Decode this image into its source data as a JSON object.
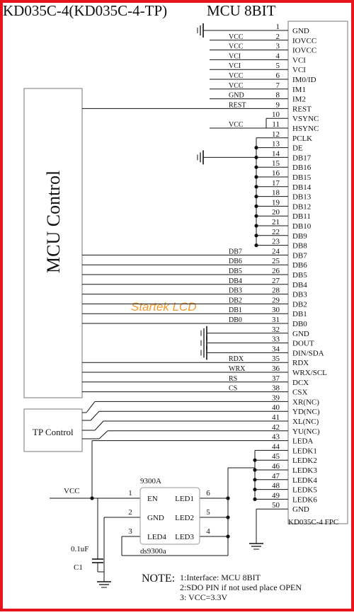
{
  "title": "KD035C-4(KD035C-4-TP)",
  "subtitle": "MCU 8BIT",
  "mcu_block_label": "MCU Control",
  "tp_block_label": "TP Control",
  "watermark": "Startek LCD",
  "fpc_label": "KD035C-4   FPC",
  "colors": {
    "frame": "#e8141c",
    "watermark": "#f39a2c",
    "wire": "#111111"
  },
  "pins": [
    {
      "num": "1",
      "name": "GND",
      "net": ""
    },
    {
      "num": "2",
      "name": "IOVCC",
      "net": "VCC"
    },
    {
      "num": "3",
      "name": "IOVCC",
      "net": "VCC"
    },
    {
      "num": "4",
      "name": "VCI",
      "net": "VCI"
    },
    {
      "num": "5",
      "name": "VCI",
      "net": "VCI"
    },
    {
      "num": "6",
      "name": "IM0/ID",
      "net": "VCC"
    },
    {
      "num": "7",
      "name": "IM1",
      "net": "VCC"
    },
    {
      "num": "8",
      "name": "IM2",
      "net": "GND"
    },
    {
      "num": "9",
      "name": "REST",
      "net": "REST"
    },
    {
      "num": "10",
      "name": "VSYNC",
      "net": ""
    },
    {
      "num": "11",
      "name": "HSYNC",
      "net": "VCC"
    },
    {
      "num": "12",
      "name": "PCLK",
      "net": ""
    },
    {
      "num": "13",
      "name": "DE",
      "net": ""
    },
    {
      "num": "14",
      "name": "DB17",
      "net": ""
    },
    {
      "num": "15",
      "name": "DB16",
      "net": ""
    },
    {
      "num": "16",
      "name": "DB15",
      "net": ""
    },
    {
      "num": "17",
      "name": "DB14",
      "net": ""
    },
    {
      "num": "18",
      "name": "DB13",
      "net": ""
    },
    {
      "num": "19",
      "name": "DB12",
      "net": ""
    },
    {
      "num": "20",
      "name": "DB11",
      "net": ""
    },
    {
      "num": "21",
      "name": "DB10",
      "net": ""
    },
    {
      "num": "22",
      "name": "DB9",
      "net": ""
    },
    {
      "num": "23",
      "name": "DB8",
      "net": ""
    },
    {
      "num": "24",
      "name": "DB7",
      "net": "DB7"
    },
    {
      "num": "25",
      "name": "DB6",
      "net": "DB6"
    },
    {
      "num": "26",
      "name": "DB5",
      "net": "DB5"
    },
    {
      "num": "27",
      "name": "DB4",
      "net": "DB4"
    },
    {
      "num": "28",
      "name": "DB3",
      "net": "DB3"
    },
    {
      "num": "29",
      "name": "DB2",
      "net": "DB2"
    },
    {
      "num": "30",
      "name": "DB1",
      "net": "DB1"
    },
    {
      "num": "31",
      "name": "DB0",
      "net": "DB0"
    },
    {
      "num": "32",
      "name": "GND",
      "net": ""
    },
    {
      "num": "33",
      "name": "DOUT",
      "net": ""
    },
    {
      "num": "34",
      "name": "DIN/SDA",
      "net": ""
    },
    {
      "num": "35",
      "name": "RDX",
      "net": "RDX"
    },
    {
      "num": "36",
      "name": "WRX/SCL",
      "net": "WRX"
    },
    {
      "num": "37",
      "name": "DCX",
      "net": "RS"
    },
    {
      "num": "38",
      "name": "CSX",
      "net": "CS"
    },
    {
      "num": "39",
      "name": "XR(NC)",
      "net": ""
    },
    {
      "num": "40",
      "name": "YD(NC)",
      "net": ""
    },
    {
      "num": "41",
      "name": "XL(NC)",
      "net": ""
    },
    {
      "num": "42",
      "name": "YU(NC)",
      "net": ""
    },
    {
      "num": "43",
      "name": "LEDA",
      "net": ""
    },
    {
      "num": "44",
      "name": "LEDK1",
      "net": ""
    },
    {
      "num": "45",
      "name": "LEDK2",
      "net": ""
    },
    {
      "num": "46",
      "name": "LEDK3",
      "net": ""
    },
    {
      "num": "47",
      "name": "LEDK4",
      "net": ""
    },
    {
      "num": "48",
      "name": "LEDK5",
      "net": ""
    },
    {
      "num": "49",
      "name": "LEDK6",
      "net": ""
    },
    {
      "num": "50",
      "name": "GND",
      "net": ""
    }
  ],
  "driver_ic": {
    "name": "9300A",
    "part": "ds9300a",
    "pins": [
      {
        "num": "1",
        "label": "EN"
      },
      {
        "num": "2",
        "label": "GND"
      },
      {
        "num": "3",
        "label": "LED4"
      },
      {
        "num": "6",
        "label": "LED1"
      },
      {
        "num": "5",
        "label": "LED2"
      },
      {
        "num": "4",
        "label": "LED3"
      }
    ],
    "vcc_label": "VCC"
  },
  "capacitor": {
    "value": "0.1uF",
    "ref": "C1"
  },
  "notes": {
    "heading": "NOTE:",
    "lines": [
      "1:Interface:  MCU 8BIT",
      "2:SDO PIN if not used place OPEN",
      "3: VCC=3.3V"
    ]
  }
}
